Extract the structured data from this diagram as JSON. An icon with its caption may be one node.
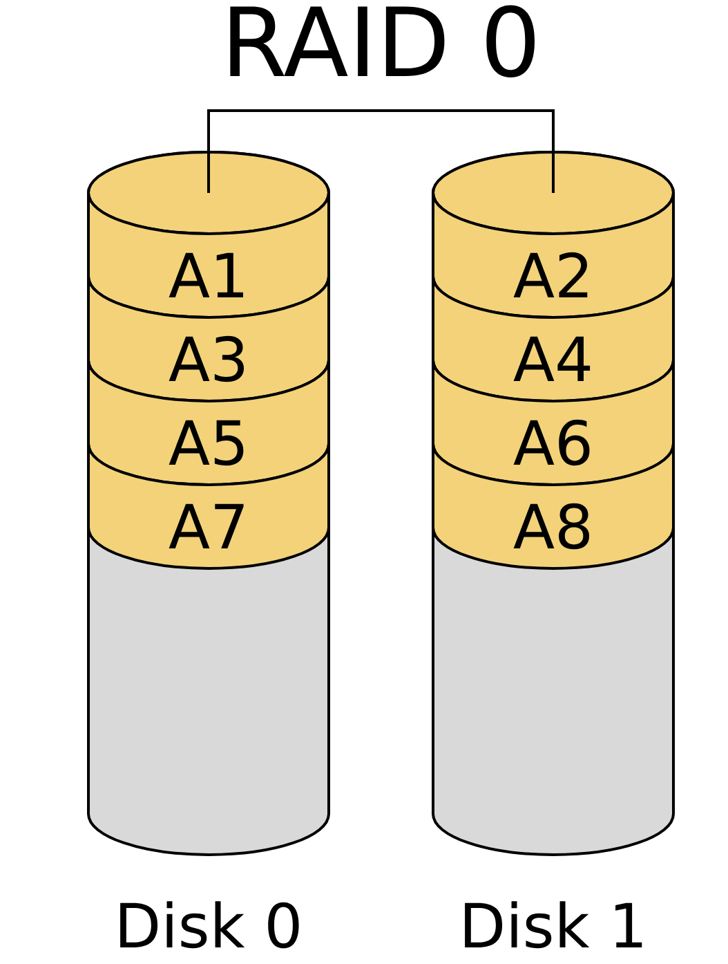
{
  "diagram": {
    "title": "RAID 0",
    "nodes": [
      {
        "text": [
          "Disk 0"
        ]
      },
      {
        "text": [
          "A1"
        ],
        "in": 0
      },
      {
        "text": [
          "A3"
        ],
        "in": 0
      },
      {
        "text": [
          "A5"
        ],
        "in": 0
      },
      {
        "text": [
          "A7"
        ],
        "in": 0
      },
      {
        "text": [
          "Disk 1"
        ]
      },
      {
        "text": [
          "A2"
        ],
        "in": 5
      },
      {
        "text": [
          "A4"
        ],
        "in": 5
      },
      {
        "text": [
          "A6"
        ],
        "in": 5
      },
      {
        "text": [
          "A8"
        ],
        "in": 5
      }
    ],
    "edges": [
      {
        "from": 0,
        "to": 5,
        "arrow": "none"
      }
    ]
  }
}
